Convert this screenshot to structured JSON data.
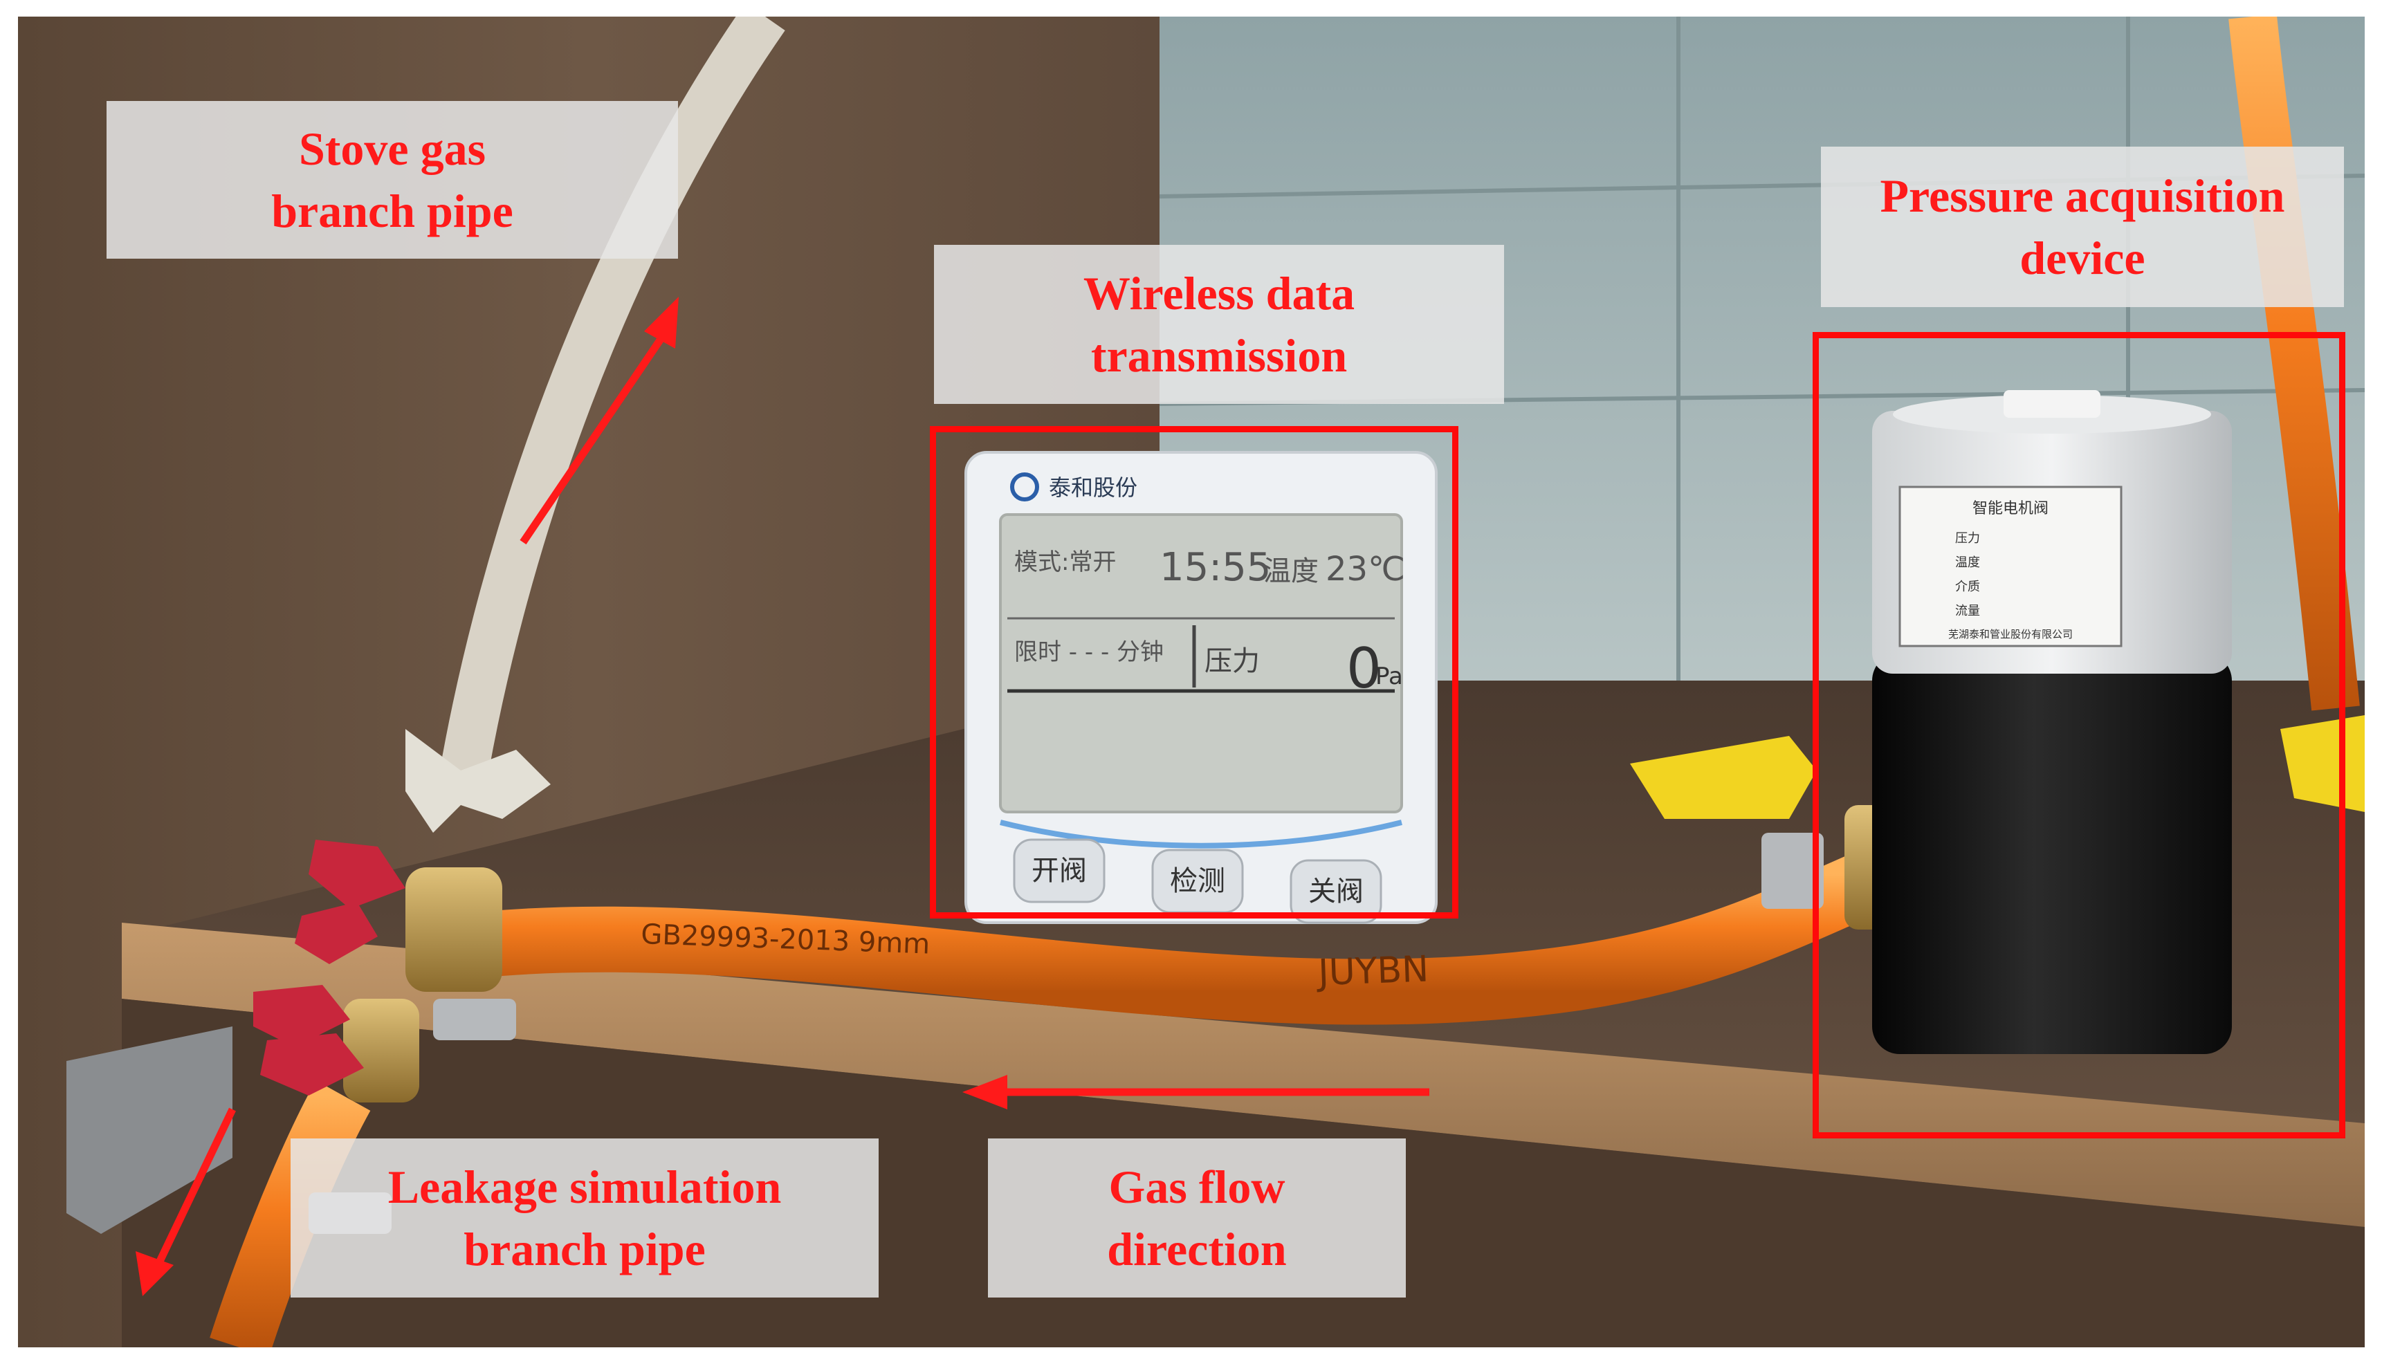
{
  "labels": {
    "stove_pipe": [
      "Stove gas",
      "branch pipe"
    ],
    "wireless": [
      "Wireless data",
      "transmission"
    ],
    "pressure_device": [
      "Pressure acquisition",
      "device"
    ],
    "leakage_pipe": [
      "Leakage simulation",
      "branch pipe"
    ],
    "gas_flow": [
      "Gas flow",
      "direction"
    ]
  },
  "display": {
    "brand": "泰和股份",
    "mode": "模式:常开",
    "time": "15:55",
    "temp_label": "温度",
    "temp": "23℃",
    "timer": "限时 - - - 分钟",
    "pressure_label": "压力",
    "pressure_value": "0",
    "pressure_unit": "Pa",
    "buttons": [
      "开阀",
      "检测",
      "关阀"
    ]
  },
  "valve_label": {
    "title": "智能电机阀",
    "rows": [
      "压力",
      "温度",
      "介质",
      "流量"
    ],
    "company": "芜湖泰和管业股份有限公司"
  },
  "hose_print": {
    "text1": "GB29993-2013   9mm",
    "text2": "JUYBN"
  },
  "colors": {
    "annotation_red": "#ff1a1a",
    "hose_orange": "#f57c1e",
    "label_bg": "#e6e6e6"
  }
}
